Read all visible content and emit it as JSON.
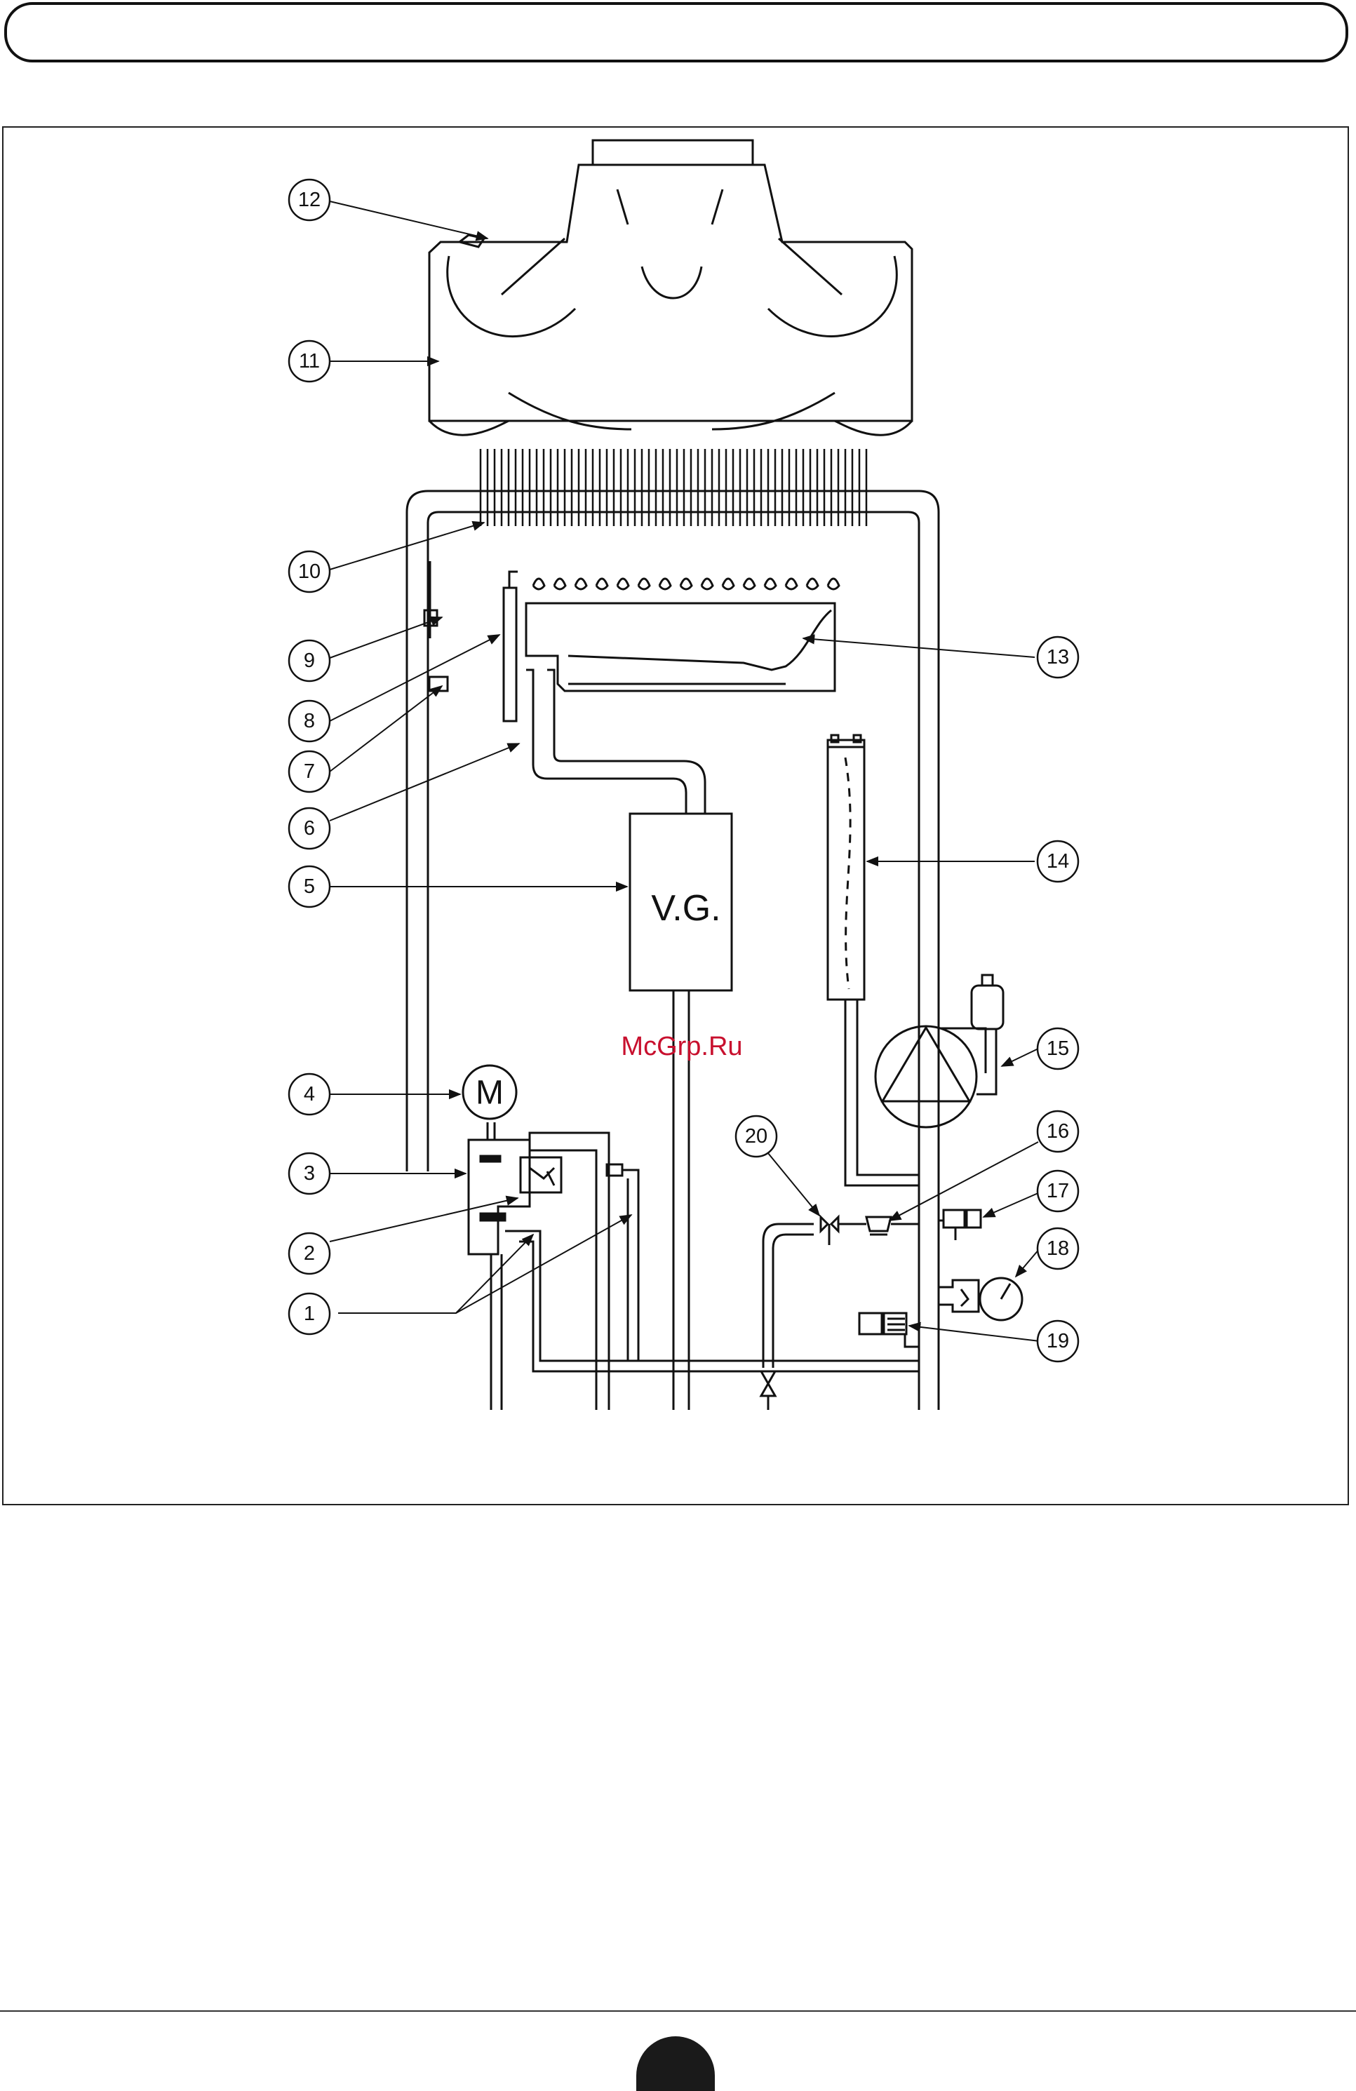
{
  "diagram": {
    "gas_valve_label": "V.G.",
    "motor_label": "M",
    "watermark": "McGrp.Ru",
    "callouts": [
      "1",
      "2",
      "3",
      "4",
      "5",
      "6",
      "7",
      "8",
      "9",
      "10",
      "11",
      "12",
      "13",
      "14",
      "15",
      "16",
      "17",
      "18",
      "19",
      "20"
    ]
  },
  "colors": {
    "ink": "#111111",
    "watermark": "#c8102e",
    "badge": "#1a1a1a"
  }
}
